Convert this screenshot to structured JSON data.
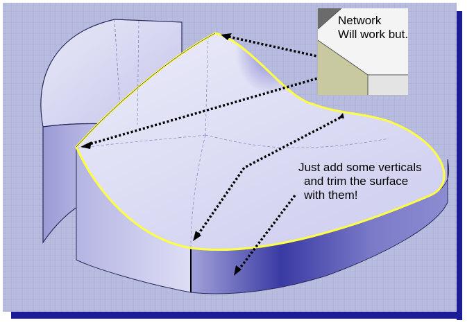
{
  "inset": {
    "title": "Network",
    "subtitle": "Will work but... :)"
  },
  "annotation": {
    "lines": [
      "Just add some verticals",
      "and trim the surface",
      "with them!"
    ]
  },
  "colors": {
    "background": "#b8bcdf",
    "grid_line": "#a7acd6",
    "surface_light": "#e5e5f7",
    "surface_mid": "#9c9cd6",
    "surface_dark": "#3a3aa4",
    "outline_highlight": "#ffff44",
    "drop_shadow": "#1c1c96",
    "inset_surface": "#c9c9a1"
  }
}
